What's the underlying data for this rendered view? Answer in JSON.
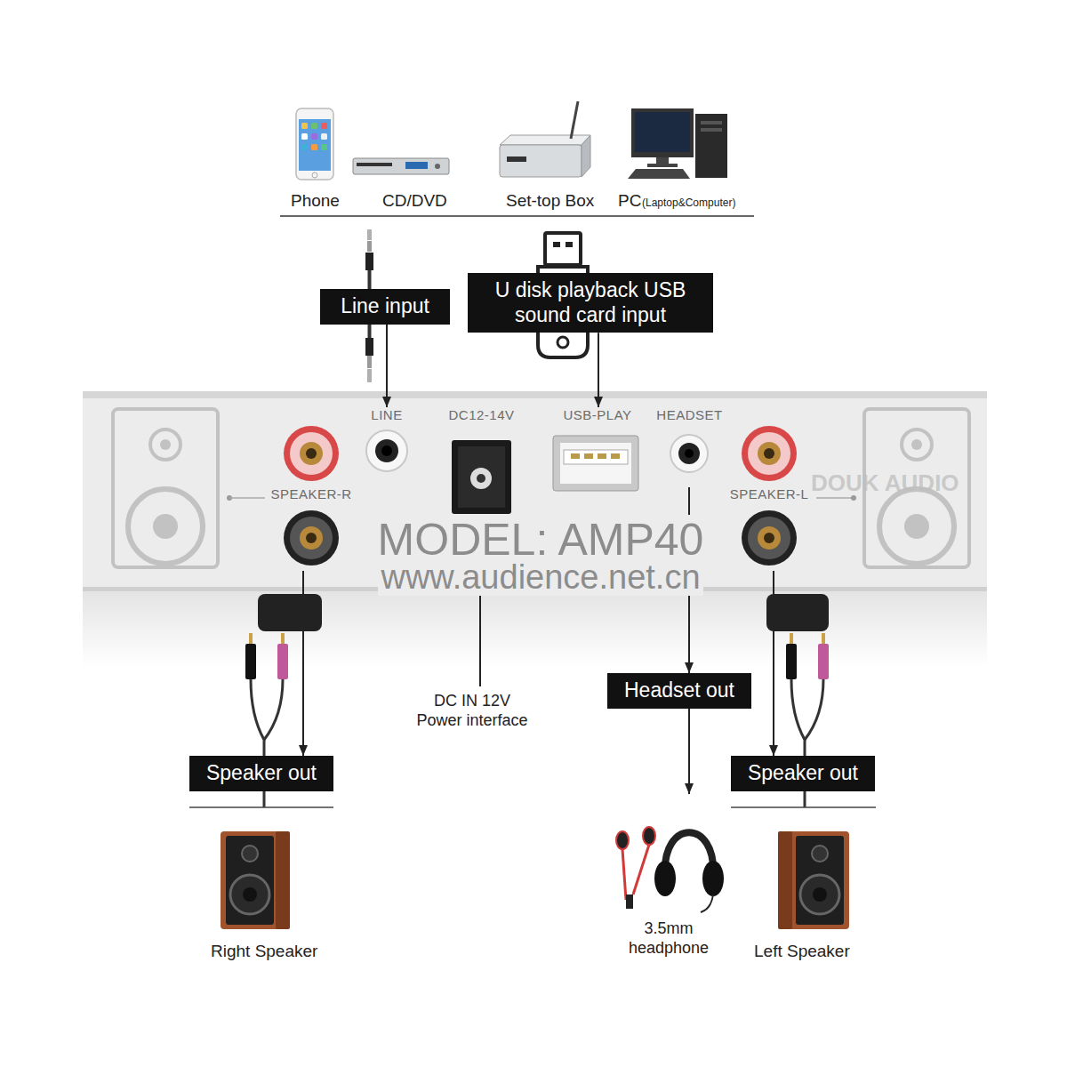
{
  "diagram": {
    "nodes": [
      {
        "text": [
          "Line input"
        ]
      },
      {
        "text": [
          "U disk playback USB sound card input"
        ]
      },
      {
        "text": [
          "MODEL: AMP40",
          "www.audience.net.cn"
        ]
      },
      {
        "text": [
          "SPEAKER-R"
        ],
        "in": 2
      },
      {
        "text": [
          "LINE"
        ],
        "in": 2
      },
      {
        "text": [
          "DC12-14V"
        ],
        "in": 2
      },
      {
        "text": [
          "USB-PLAY"
        ],
        "in": 2
      },
      {
        "text": [
          "HEADSET"
        ],
        "in": 2
      },
      {
        "text": [
          "SPEAKER-L"
        ],
        "in": 2
      },
      {
        "text": [
          "Headset out"
        ]
      },
      {
        "text": [
          "Speaker out"
        ]
      },
      {
        "text": [
          "Speaker out"
        ]
      }
    ],
    "edges": [
      {
        "from": 0,
        "to": 4,
        "arrow": "to"
      },
      {
        "from": 1,
        "to": 6,
        "arrow": "to"
      },
      {
        "from": 3,
        "to": 10,
        "arrow": "to"
      },
      {
        "from": 7,
        "to": 9,
        "arrow": "to"
      },
      {
        "from": 8,
        "to": 11,
        "arrow": "to"
      }
    ],
    "labels": [
      "Phone",
      "CD/DVD",
      "Set-top Box",
      "PC",
      "(Laptop&Computer)",
      "DOUK AUDIO",
      "DC IN 12V Power interface",
      "3.5mm headphone",
      "Right Speaker",
      "Left Speaker"
    ]
  }
}
